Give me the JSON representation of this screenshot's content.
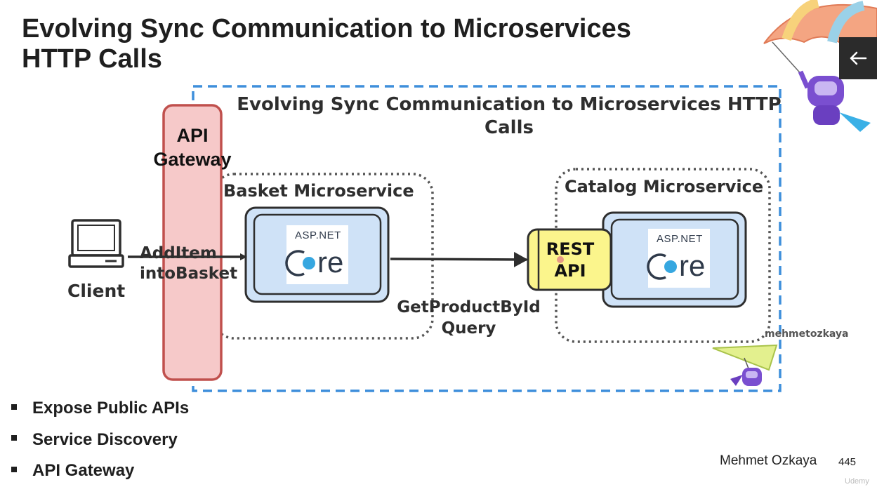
{
  "slide": {
    "title_line1": "Evolving Sync Communication to Microservices",
    "title_line2": "HTTP Calls",
    "author": "Mehmet Ozkaya",
    "page_number": "445",
    "watermark": "Udemy"
  },
  "diagram": {
    "frame_title": "Evolving Sync Communication to Microservices HTTP Calls",
    "gateway_label_line1": "API",
    "gateway_label_line2": "Gateway",
    "basket_label": "Basket Microservice",
    "catalog_label": "Catalog Microservice",
    "client_label": "Client",
    "call_line1": "AddItem",
    "call_line2": "intoBasket",
    "query_line1": "GetProductById",
    "query_line2": "Query",
    "rest_line1": "REST",
    "rest_line2": "API",
    "aspnet_label": "ASP.NET",
    "core_label": "re",
    "diagram_watermark": "mehmetozkaya"
  },
  "bullets": [
    "Expose Public APIs",
    "Service Discovery",
    "API Gateway"
  ],
  "icons": {
    "back": "arrow-left-icon",
    "client": "computer-monitor-icon",
    "mascot_top": "parachute-mascot-icon",
    "mascot_bottom": "hang-glider-mascot-icon"
  },
  "colors": {
    "frame_blue": "#3e8fdb",
    "gateway_fill": "#f6c9c9",
    "gateway_border": "#c0504d",
    "service_fill": "#cfe2f7",
    "rest_fill": "#fbf58c",
    "core_blue": "#36a7e0"
  }
}
